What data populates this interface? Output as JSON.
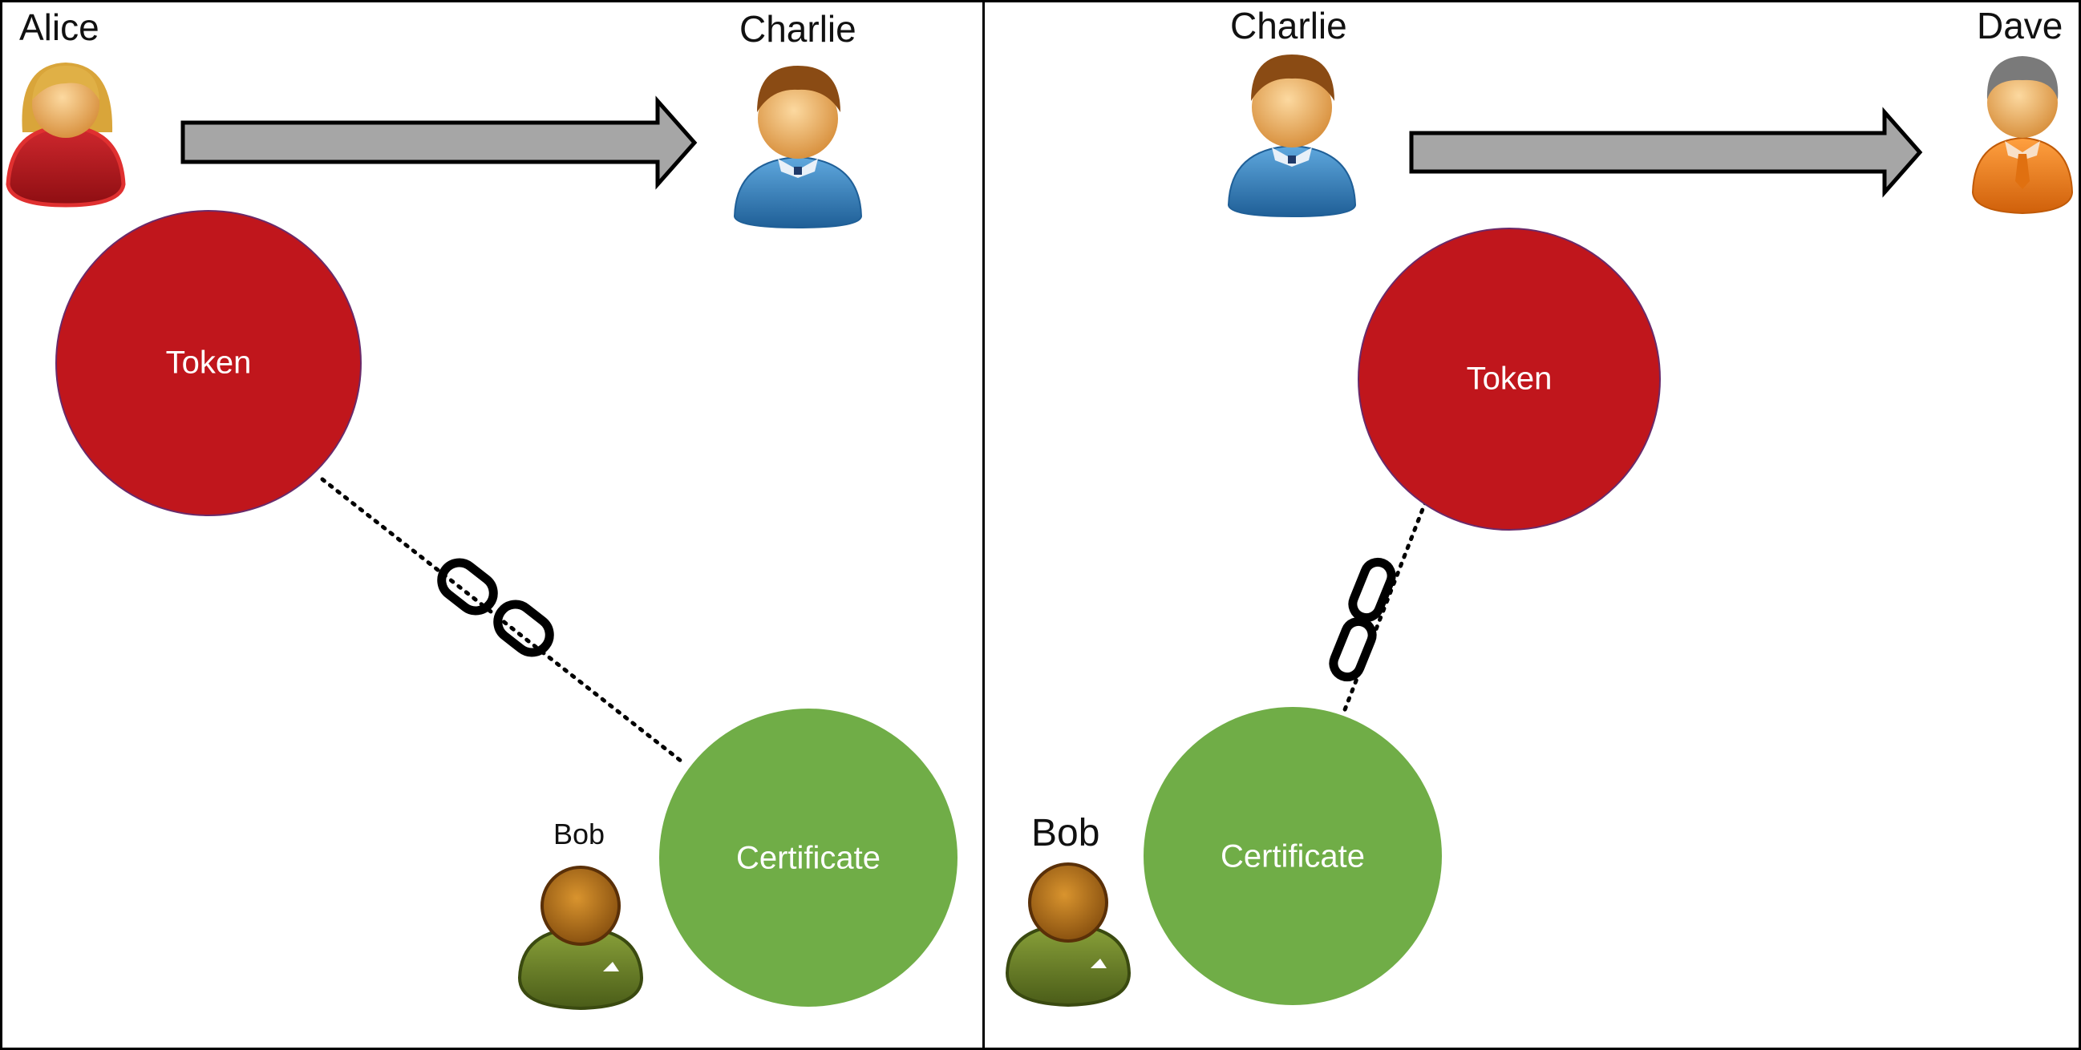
{
  "left_panel": {
    "sender": {
      "name": "Alice"
    },
    "receiver": {
      "name": "Charlie"
    },
    "token_label": "Token",
    "certificate_label": "Certificate",
    "owner": {
      "name": "Bob"
    }
  },
  "right_panel": {
    "sender": {
      "name": "Charlie"
    },
    "receiver": {
      "name": "Dave"
    },
    "token_label": "Token",
    "certificate_label": "Certificate",
    "owner": {
      "name": "Bob"
    }
  },
  "colors": {
    "token": "#C0161C",
    "token_border": "#7A1A40",
    "certificate": "#70AD47",
    "arrow_fill": "#A6A6A6",
    "arrow_stroke": "#000000",
    "alice_body": "#B4141A",
    "alice_hair": "#D9A53A",
    "charlie_body": "#3D8CC8",
    "charlie_hair": "#8A4B14",
    "dave_body": "#F08020",
    "dave_hair": "#7A7A7A",
    "bob_body": "#6B7F2A",
    "bob_head": "#B8741E",
    "skin": "#F2B86A"
  },
  "icons": {
    "arrow": "transfer-arrow-icon",
    "link": "chain-link-icon"
  }
}
